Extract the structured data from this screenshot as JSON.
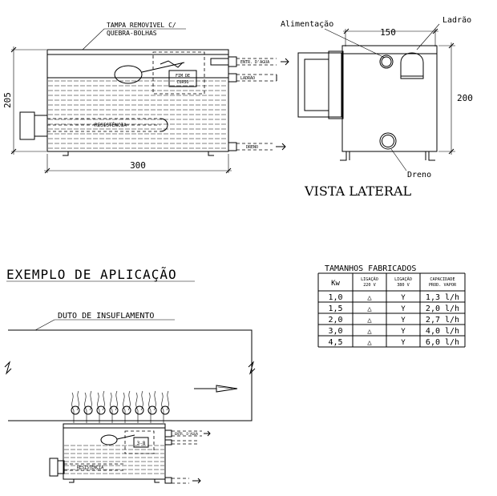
{
  "top_view": {
    "lid_label_1": "TAMPA REMOVIVEL C/",
    "lid_label_2": "QUEBRA-BOLHAS",
    "height_dim": "205",
    "width_dim": "300",
    "heater_label": "RESISTÊNCIA",
    "limit_switch_1": "FIM DE",
    "limit_switch_2": "CURSO",
    "water_inlet": "ENTR. D'AGUA",
    "overflow": "LADRÃO",
    "drain": "DRENO"
  },
  "side_view": {
    "supply_label": "Alimentação",
    "overflow_label": "Ladrão",
    "drain_label": "Dreno",
    "width_dim": "150",
    "height_dim": "200",
    "title": "VISTA LATERAL"
  },
  "application": {
    "title": "EXEMPLO DE APLICAÇÃO",
    "duct_label": "DUTO DE INSUFLAMENTO",
    "heater_label": "RESISTÊNCIA",
    "inlet_label": "ENTR. D'AGUA",
    "limit_label": "3-8"
  },
  "sizes_table": {
    "title": "TAMANHOS FABRICADOS",
    "headers": [
      "Kw",
      "LIGAÇÃO 220 V",
      "LIGAÇÃO 380 V",
      "CAPACIDADE PROD. VAPOR"
    ],
    "header_lines": [
      [
        "Kw"
      ],
      [
        "LIGAÇÃO",
        "220 V"
      ],
      [
        "LIGAÇÃO",
        "380 V"
      ],
      [
        "CAPACIDADE",
        "PROD. VAPOR"
      ]
    ],
    "rows": [
      {
        "kw": "1,0",
        "v220": "△",
        "v380": "Y",
        "cap": "1,3 l/h"
      },
      {
        "kw": "1,5",
        "v220": "△",
        "v380": "Y",
        "cap": "2,0 l/h"
      },
      {
        "kw": "2,0",
        "v220": "△",
        "v380": "Y",
        "cap": "2,7 l/h"
      },
      {
        "kw": "3,0",
        "v220": "△",
        "v380": "Y",
        "cap": "4,0 l/h"
      },
      {
        "kw": "4,5",
        "v220": "△",
        "v380": "Y",
        "cap": "6,0 l/h"
      }
    ]
  }
}
